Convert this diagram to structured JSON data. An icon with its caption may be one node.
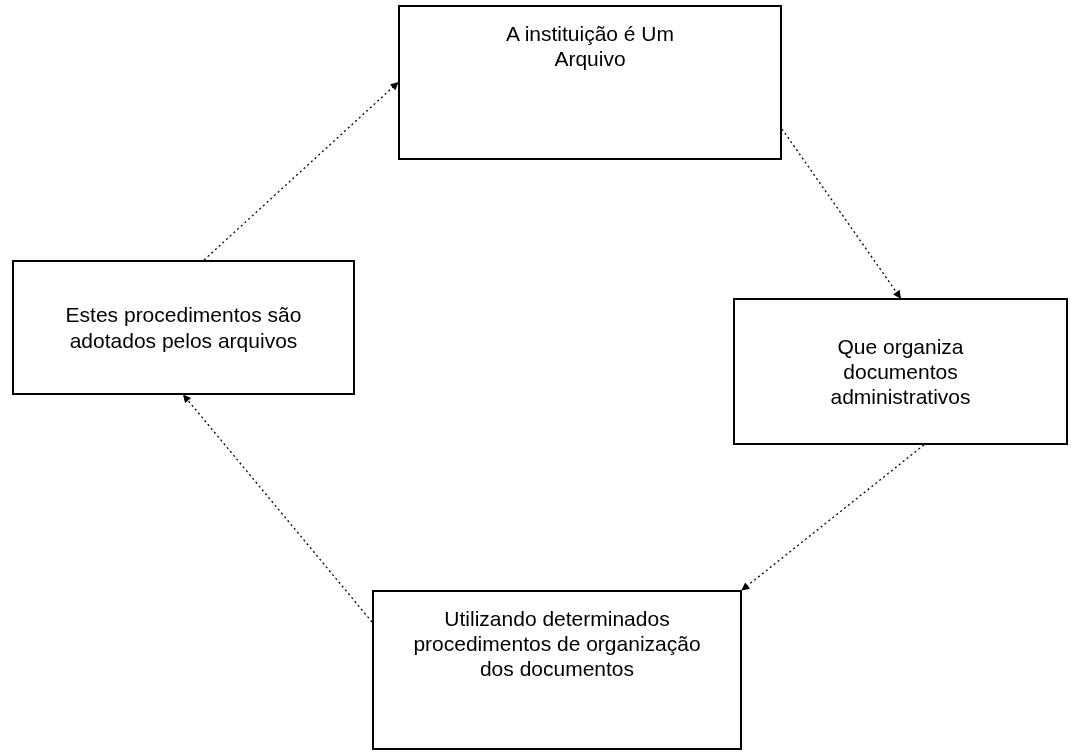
{
  "diagram": {
    "nodes": [
      {
        "text": [
          "A instituição é Um Arquivo"
        ]
      },
      {
        "text": [
          "Que organiza documentos administrativos"
        ]
      },
      {
        "text": [
          "Utilizando determinados procedimentos de organização dos documentos"
        ]
      },
      {
        "text": [
          "Estes procedimentos são adotados pelos arquivos"
        ]
      }
    ],
    "edges": [
      {
        "from": 0,
        "to": 1,
        "arrow": "to",
        "style": "dashed"
      },
      {
        "from": 1,
        "to": 2,
        "arrow": "to",
        "style": "dashed"
      },
      {
        "from": 2,
        "to": 3,
        "arrow": "to",
        "style": "dashed"
      },
      {
        "from": 3,
        "to": 0,
        "arrow": "to",
        "style": "dashed"
      }
    ]
  }
}
